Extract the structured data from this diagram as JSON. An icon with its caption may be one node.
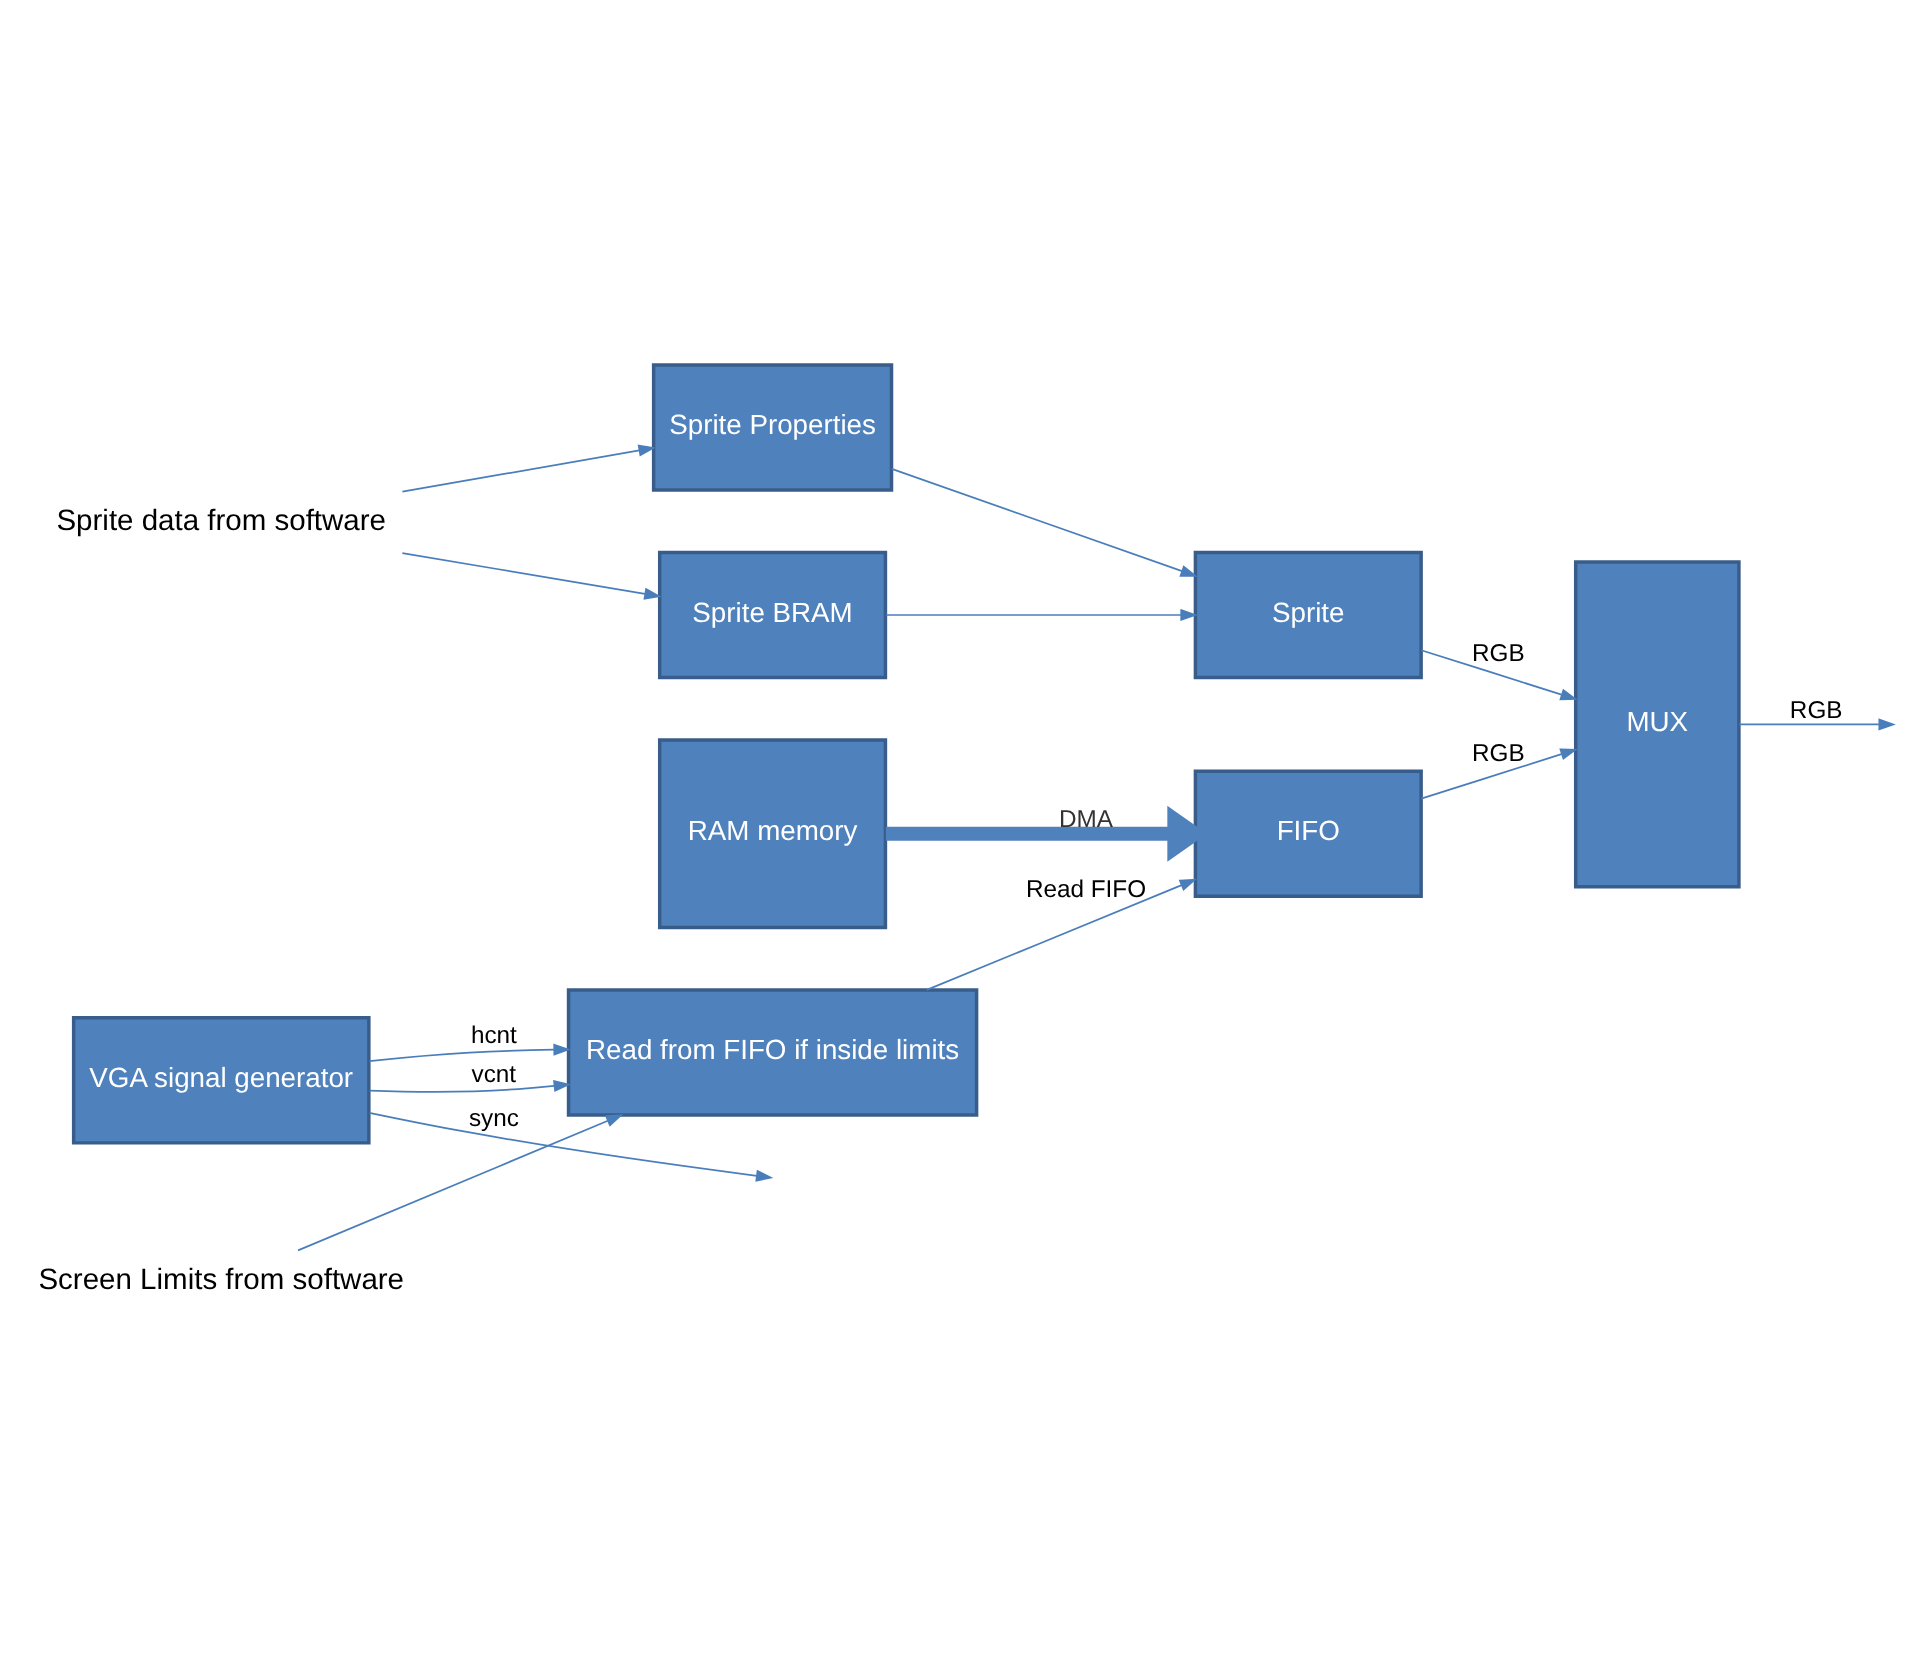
{
  "diagram": {
    "nodes": [
      {
        "text": [
          "Sprite data from software"
        ]
      },
      {
        "text": [
          "Sprite Properties"
        ]
      },
      {
        "text": [
          "Sprite BRAM"
        ]
      },
      {
        "text": [
          "Sprite"
        ]
      },
      {
        "text": [
          "MUX"
        ]
      },
      {
        "text": [
          "RAM memory"
        ]
      },
      {
        "text": [
          "FIFO"
        ]
      },
      {
        "text": [
          "VGA signal generator"
        ]
      },
      {
        "text": [
          "Read from FIFO if inside limits"
        ]
      },
      {
        "text": [
          "Screen Limits from software"
        ]
      }
    ],
    "edges": [
      {
        "from": 0,
        "to": 1,
        "arrow": "to"
      },
      {
        "from": 0,
        "to": 2,
        "arrow": "to"
      },
      {
        "from": 2,
        "to": 3,
        "arrow": "to"
      },
      {
        "from": 1,
        "to": 3,
        "arrow": "to"
      },
      {
        "from": 3,
        "to": 4,
        "arrow": "to",
        "label": "RGB"
      },
      {
        "from": 5,
        "to": 6,
        "arrow": "to",
        "label": "DMA",
        "style": "thick"
      },
      {
        "from": 6,
        "to": 4,
        "arrow": "to",
        "label": "RGB"
      },
      {
        "from": 4,
        "to": null,
        "arrow": "to",
        "label": "RGB"
      },
      {
        "from": 8,
        "to": 6,
        "arrow": "to",
        "label": "Read FIFO"
      },
      {
        "from": 7,
        "to": null,
        "arrow": "to",
        "label": "sync"
      },
      {
        "from": 7,
        "to": 8,
        "arrow": "to",
        "label": "hcnt"
      },
      {
        "from": 7,
        "to": 8,
        "arrow": "to",
        "label": "vcnt"
      },
      {
        "from": 9,
        "to": 8,
        "arrow": "to"
      }
    ]
  }
}
